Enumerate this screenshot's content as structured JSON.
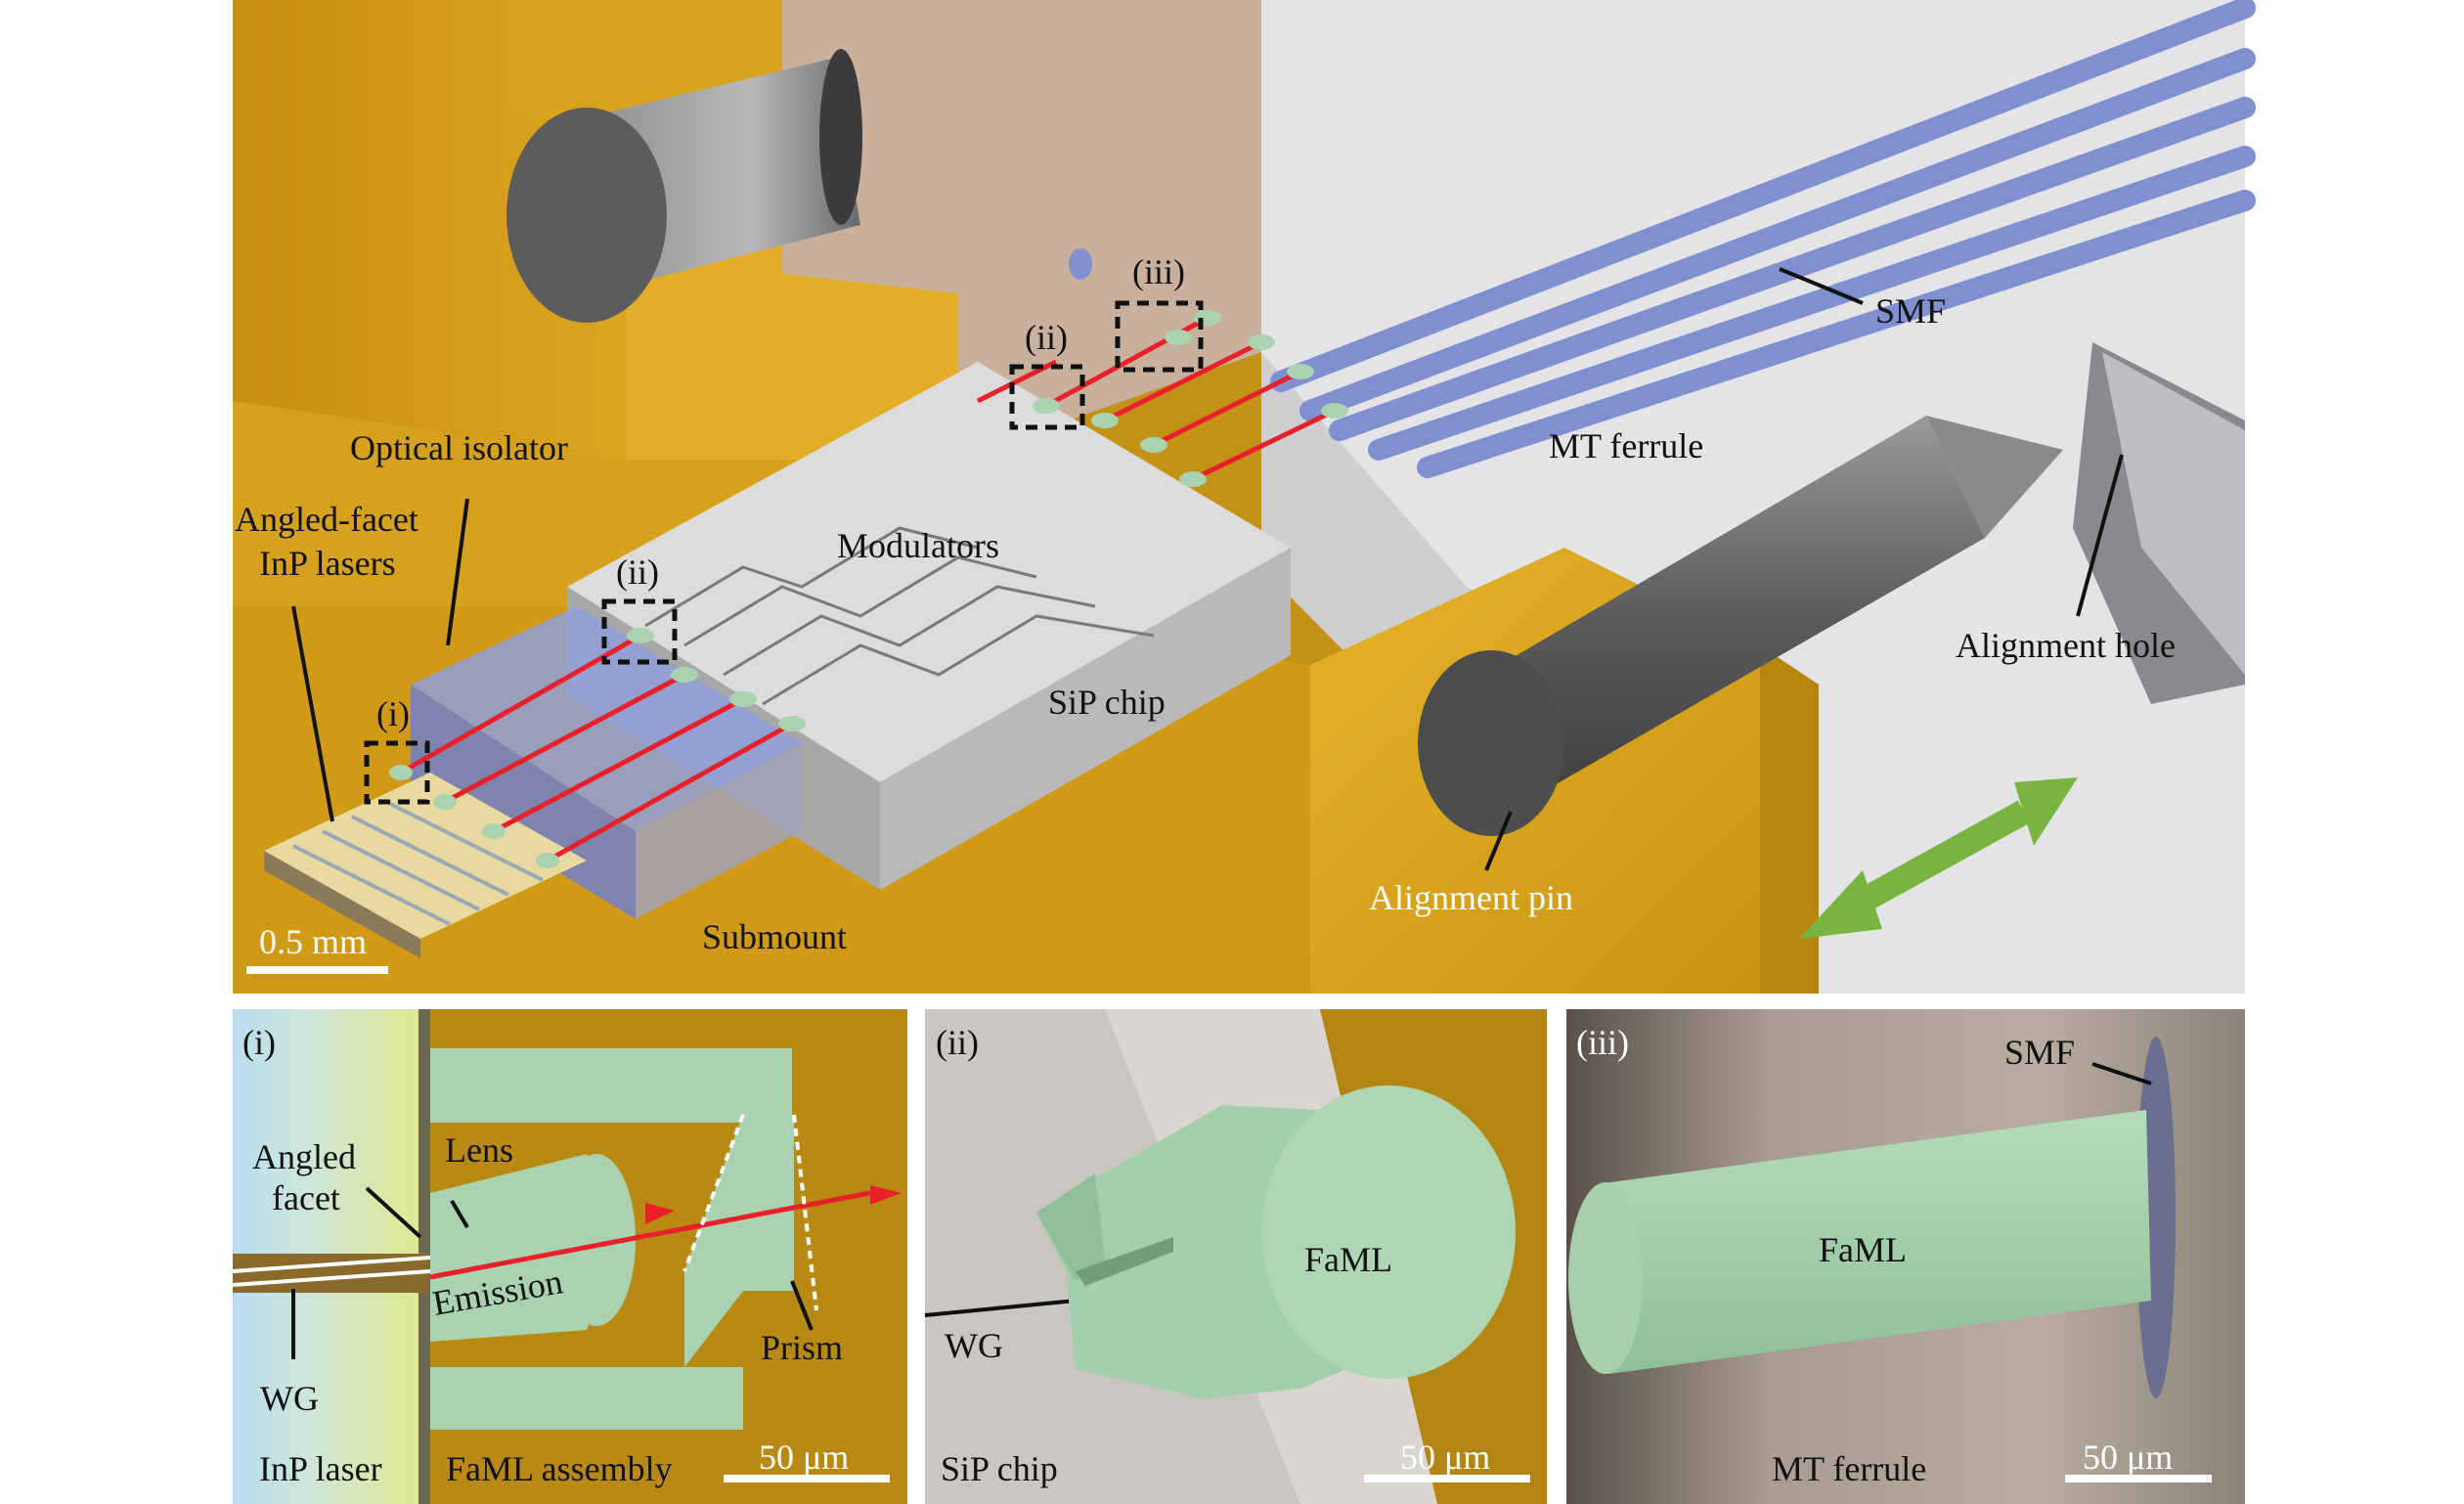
{
  "main": {
    "labels": {
      "angled_facet_lasers_1": "Angled-facet",
      "angled_facet_lasers_2": "InP lasers",
      "optical_isolator": "Optical isolator",
      "modulators": "Modulators",
      "sip_chip": "SiP chip",
      "smf": "SMF",
      "mt_ferrule": "MT ferrule",
      "alignment_hole": "Alignment hole",
      "alignment_pin": "Alignment pin",
      "submount": "Submount",
      "scale_bar": "0.5 mm"
    },
    "callouts": {
      "i": "(i)",
      "ii_lower": "(ii)",
      "ii_upper": "(ii)",
      "iii": "(iii)"
    }
  },
  "panel_i": {
    "tag": "(i)",
    "angled_facet_1": "Angled",
    "angled_facet_2": "facet",
    "lens": "Lens",
    "emission": "Emission",
    "prism": "Prism",
    "wg": "WG",
    "inp_laser": "InP laser",
    "faml_assembly": "FaML assembly",
    "scale_bar": "50 μm"
  },
  "panel_ii": {
    "tag": "(ii)",
    "faml": "FaML",
    "wg": "WG",
    "sip_chip": "SiP chip",
    "scale_bar": "50 μm"
  },
  "panel_iii": {
    "tag": "(iii)",
    "smf": "SMF",
    "faml": "FaML",
    "mt_ferrule": "MT ferrule",
    "scale_bar": "50 μm"
  },
  "colors": {
    "gold": "#d9a520",
    "faml_green": "#a9d3b0",
    "beam_red": "#e8202a",
    "fiber_blue": "#7f8fd0",
    "arrow_green": "#78b540"
  }
}
